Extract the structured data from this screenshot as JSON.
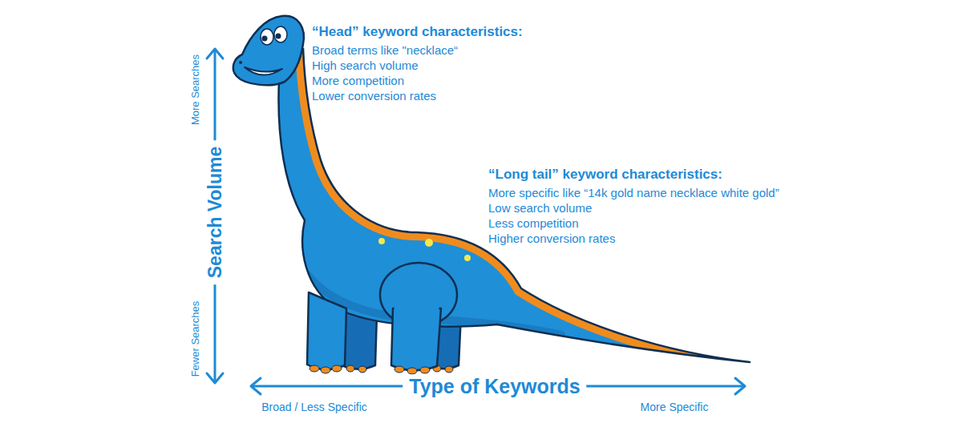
{
  "diagram": {
    "labels": [
      "“Head” keyword characteristics:",
      "Broad terms like \"necklace“",
      "High search volume",
      "More competition",
      "Lower conversion rates",
      "“Long tail” keyword characteristics:",
      "More specific like “14k gold name necklace white gold”",
      "Low search volume",
      "Less competition",
      "Higher conversion rates",
      "More Searches",
      "Search Volume",
      "Fewer Searches",
      "Type of Keywords",
      "Broad / Less Specific",
      "More Specific"
    ]
  }
}
